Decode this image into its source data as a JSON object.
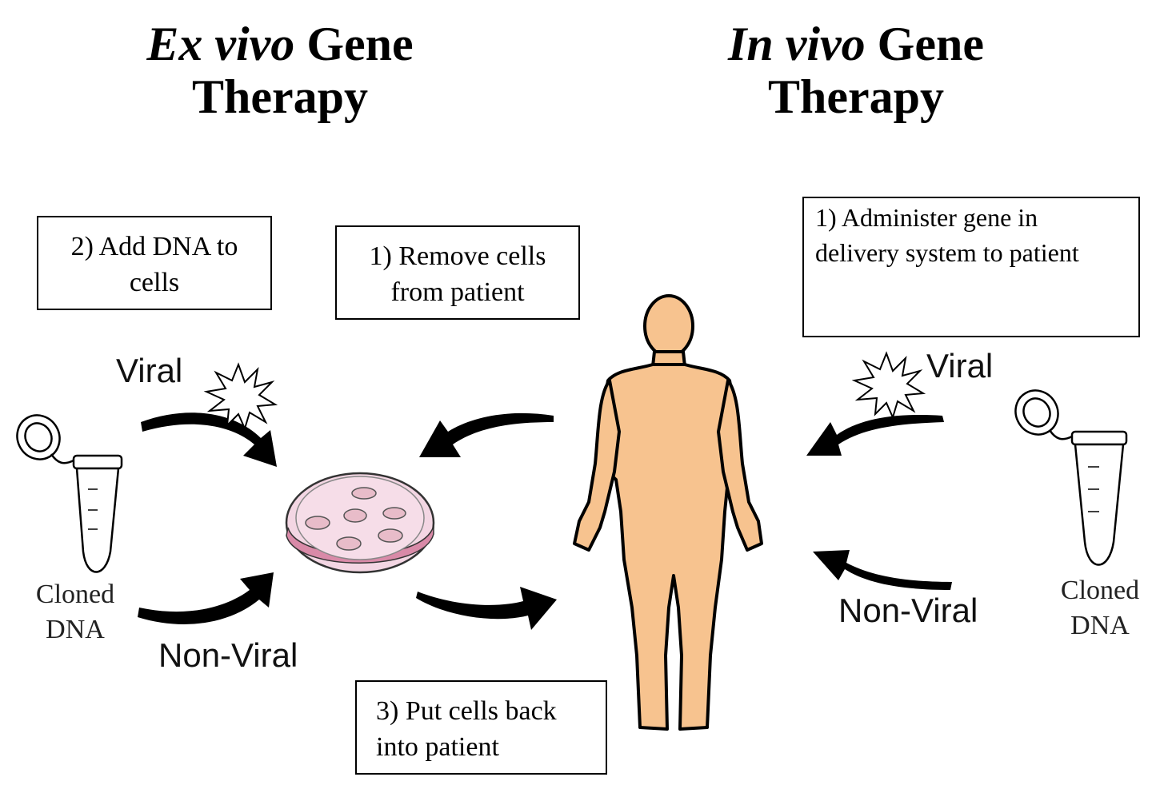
{
  "ex_vivo": {
    "title_italic": "Ex vivo",
    "title_rest": "Gene",
    "title_line2": "Therapy",
    "step_add": {
      "line1": "2) Add DNA to",
      "line2": "cells"
    },
    "step_remove": {
      "line1": "1) Remove  cells",
      "line2": "from patient"
    },
    "step_put": {
      "line1": "3) Put cells  back",
      "line2": "into patient"
    },
    "viral_label": "Viral",
    "nonviral_label": "Non-Viral",
    "dna_label": {
      "line1": "Cloned",
      "line2": "DNA"
    }
  },
  "in_vivo": {
    "title_italic": "In vivo",
    "title_rest": "Gene",
    "title_line2": "Therapy",
    "step_administer": {
      "line1": "1) Administer gene in",
      "line2": "delivery system to patient"
    },
    "viral_label": "Viral",
    "nonviral_label": "Non-Viral",
    "dna_label": {
      "line1": "Cloned",
      "line2": "DNA"
    }
  },
  "colors": {
    "skin": "#f7c38f",
    "dish_fill": "#f3d6e3",
    "dish_rim": "#d98aa8",
    "ink": "#000000"
  },
  "icons": [
    "virus-icon",
    "microtube-icon",
    "petri-dish-icon",
    "human-figure-icon",
    "curved-arrow-icon"
  ]
}
